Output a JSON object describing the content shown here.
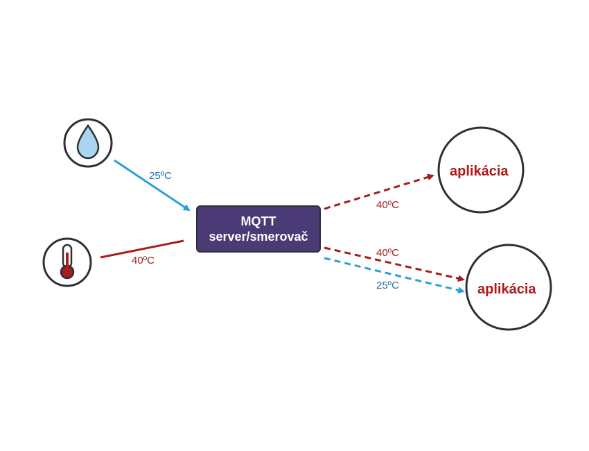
{
  "broker": {
    "title": "MQTT",
    "subtitle": "server/smerovač"
  },
  "sensors": [
    {
      "icon": "water-drop-icon",
      "value": "25ºC",
      "color": "#2aa1d6"
    },
    {
      "icon": "thermometer-icon",
      "value": "40ºC",
      "color": "#a51d1d"
    }
  ],
  "apps": [
    {
      "label": "aplikácia",
      "received": [
        "40ºC"
      ]
    },
    {
      "label": "aplikácia",
      "received": [
        "40ºC",
        "25ºC"
      ]
    }
  ],
  "colors": {
    "broker": "#4a3a75",
    "cold": "#2aa1d6",
    "hot": "#a51d1d",
    "app_text": "#b01818"
  }
}
